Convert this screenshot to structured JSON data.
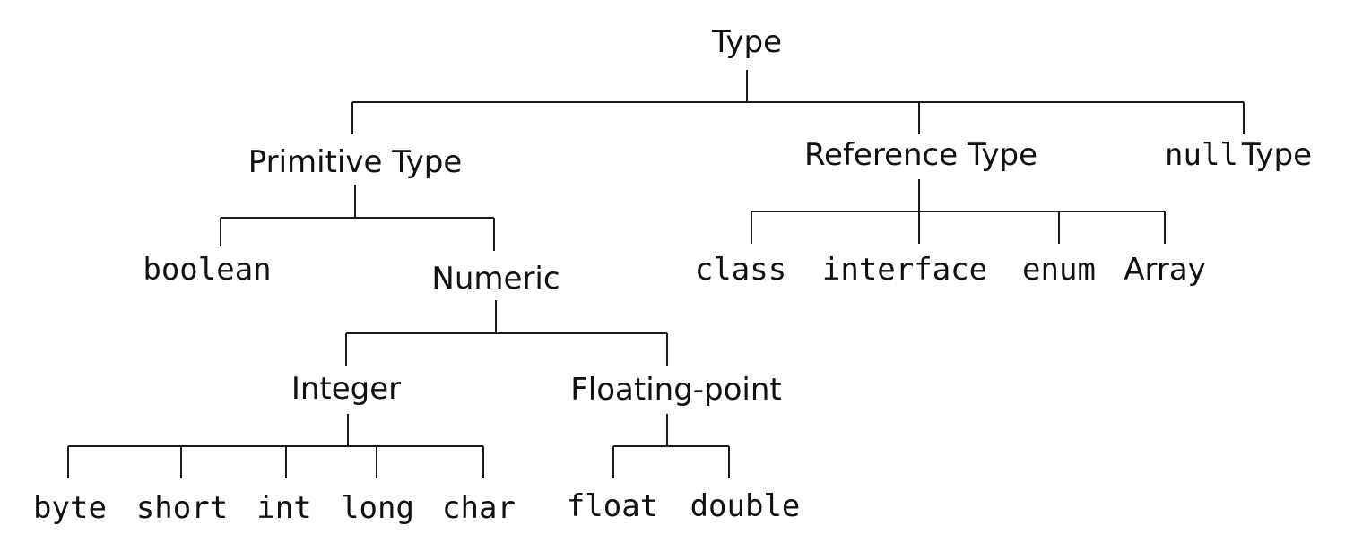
{
  "tree": {
    "root": "Type",
    "primitive": {
      "label": "Primitive Type",
      "boolean": "boolean",
      "numeric": {
        "label": "Numeric",
        "integer": {
          "label": "Integer",
          "byte": "byte",
          "short": "short",
          "int": "int",
          "long": "long",
          "char": "char"
        },
        "floating": {
          "label": "Floating-point",
          "float": "float",
          "double": "double"
        }
      }
    },
    "reference": {
      "label": "Reference Type",
      "class": "class",
      "interface": "interface",
      "enum": "enum",
      "array": "Array"
    },
    "null_type": {
      "keyword": "null",
      "word": "Type"
    }
  }
}
